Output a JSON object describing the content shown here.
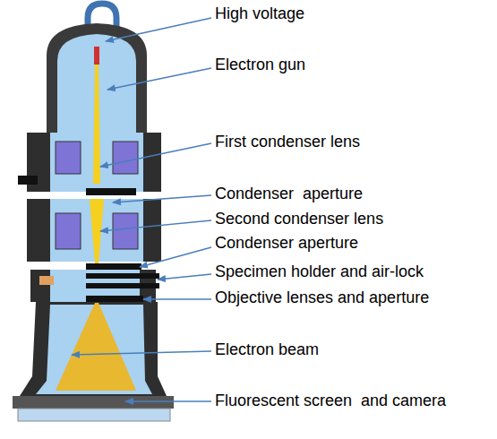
{
  "diagram": {
    "labels": [
      "High voltage",
      "Electron gun",
      "First condenser lens",
      "Condenser  aperture",
      "Second condenser lens",
      "Condenser aperture",
      "Specimen holder and air-lock",
      "Objective lenses and aperture",
      "Electron beam",
      "Fluorescent screen  and camera"
    ]
  }
}
